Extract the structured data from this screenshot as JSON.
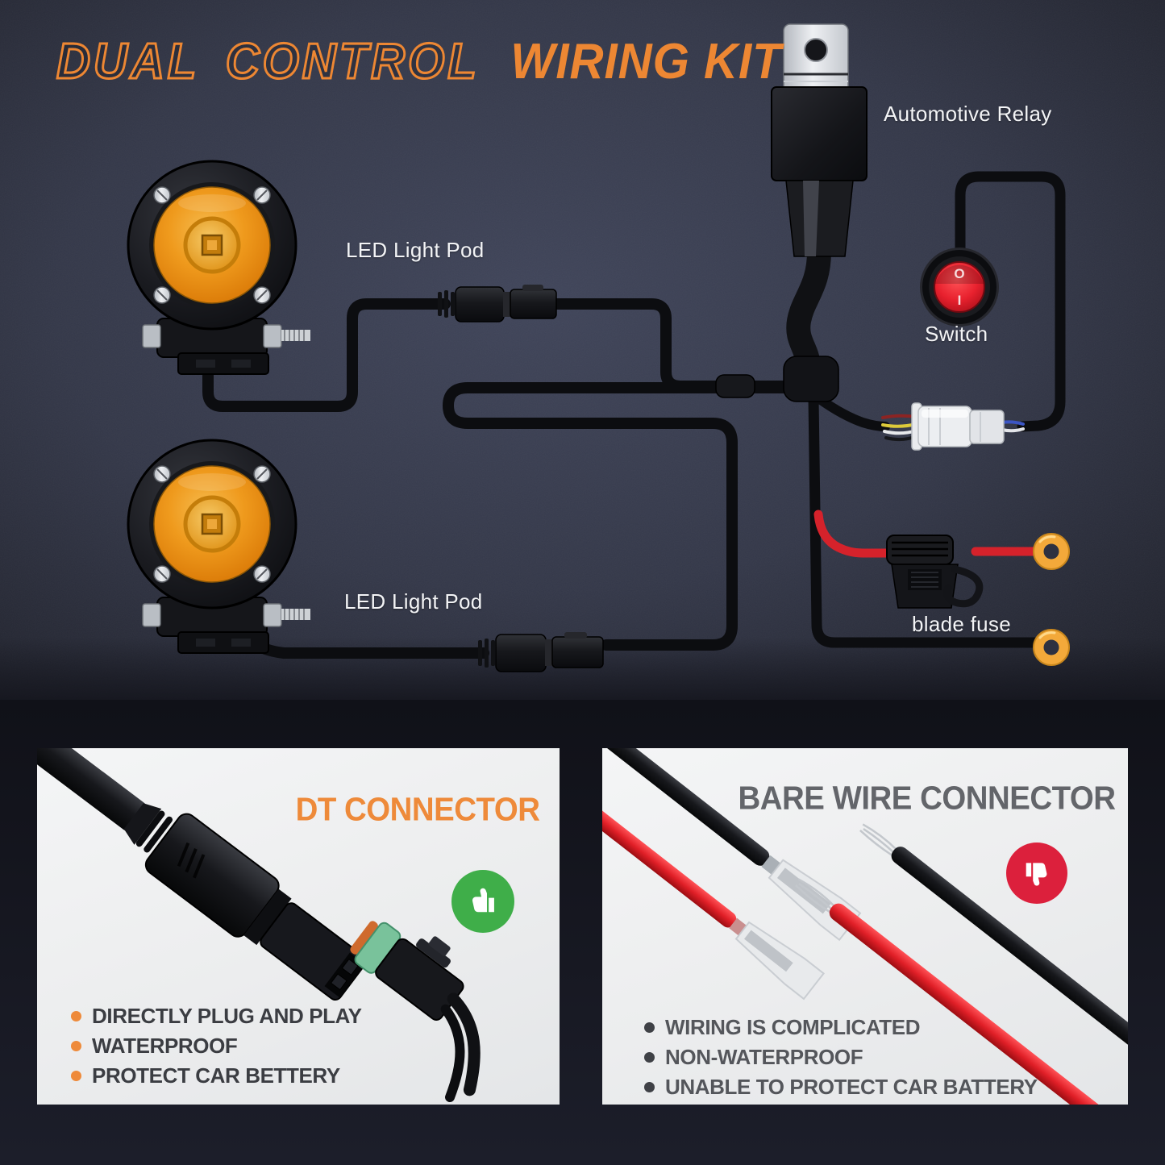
{
  "title": {
    "part1": "DUAL CONTROL",
    "part2": "WIRING KIT"
  },
  "diagram": {
    "labels": {
      "relay": "Automotive Relay",
      "switch": "Switch",
      "blade_fuse": "blade fuse",
      "led_pod_top": "LED Light Pod",
      "led_pod_bottom": "LED Light Pod"
    },
    "switch_markings": {
      "off": "O",
      "on": "I"
    }
  },
  "panels": {
    "dt": {
      "title": "DT CONNECTOR",
      "verdict_icon": "thumbs-up-icon",
      "bullets": [
        "DIRECTLY PLUG AND PLAY",
        "WATERPROOF",
        "PROTECT CAR BETTERY"
      ]
    },
    "bare": {
      "title": "BARE WIRE CONNECTOR",
      "verdict_icon": "thumbs-down-icon",
      "bullets": [
        "WIRING IS COMPLICATED",
        "NON-WATERPROOF",
        "UNABLE TO PROTECT CAR BATTERY"
      ]
    }
  },
  "colors": {
    "accent_orange": "#ED8733",
    "thumbs_up_green": "#3FAE49",
    "thumbs_down_red": "#DC203C",
    "lens_amber": "#EE9212",
    "ring_terminal_yellow": "#F3A93A",
    "wire_red": "#D5222B",
    "switch_red": "#E8212E",
    "background_slate": "#3A3F52",
    "panel_gray": "#EEF0F1"
  }
}
